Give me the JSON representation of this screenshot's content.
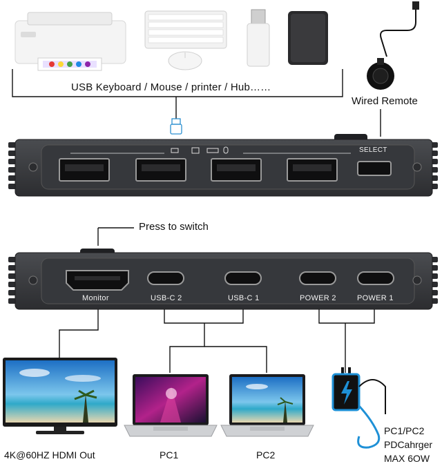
{
  "top": {
    "peripherals_label": "USB Keyboard / Mouse / printer / Hub……",
    "remote_label": "Wired Remote",
    "select_label": "SELECT"
  },
  "bottom": {
    "press_label": "Press to switch",
    "ports": [
      "Monitor",
      "USB-C 2",
      "USB-C 1",
      "POWER 2",
      "POWER 1"
    ],
    "monitor_caption": "4K@60HZ HDMI Out",
    "pc1_caption": "PC1",
    "pc2_caption": "PC2",
    "charger_caption": [
      "PC1/PC2",
      "PDCahrger",
      "MAX 6OW"
    ]
  },
  "colors": {
    "device_body": "#3a3c40",
    "device_dark": "#1f2023",
    "charger_accent": "#1e90d6",
    "usb_blue": "#2a8fd0"
  }
}
